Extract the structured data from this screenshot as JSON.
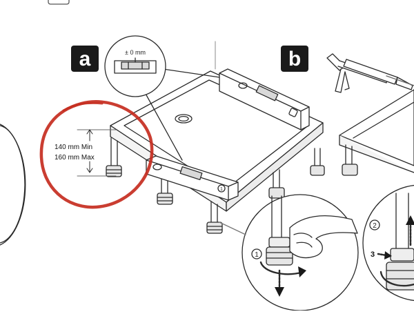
{
  "panels": [
    {
      "letter": "a"
    },
    {
      "letter": "b"
    }
  ],
  "level_callout": {
    "reading": "± 0 mm"
  },
  "height_annotation": {
    "min_label": "140 mm Min",
    "max_label": "160 mm Max"
  },
  "steps": {
    "step1": "1",
    "step2": "2",
    "step3": "3",
    "level_end_mark": "1"
  },
  "colors": {
    "line": "#2a2a2a",
    "label_box": "#1a1a1a",
    "highlight_circle": "#c62d1f",
    "level_window": "#d9d9d9"
  }
}
